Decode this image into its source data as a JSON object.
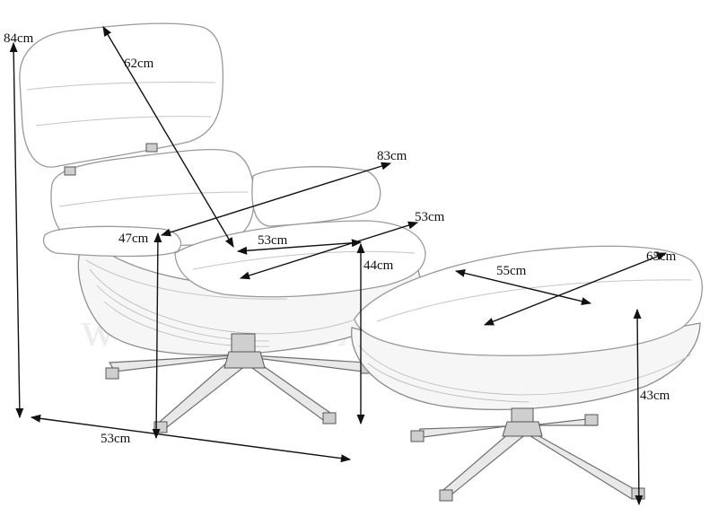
{
  "watermark": "www.fornixo.sg",
  "dimensions": {
    "chair_height": "84cm",
    "backrest_height": "62cm",
    "armrest_width": "83cm",
    "seat_height": "47cm",
    "seat_depth": "53cm",
    "seat_width": "53cm",
    "seat_front_height": "44cm",
    "base_depth": "53cm",
    "ottoman_width": "55cm",
    "ottoman_length": "65cm",
    "ottoman_height": "43cm"
  }
}
